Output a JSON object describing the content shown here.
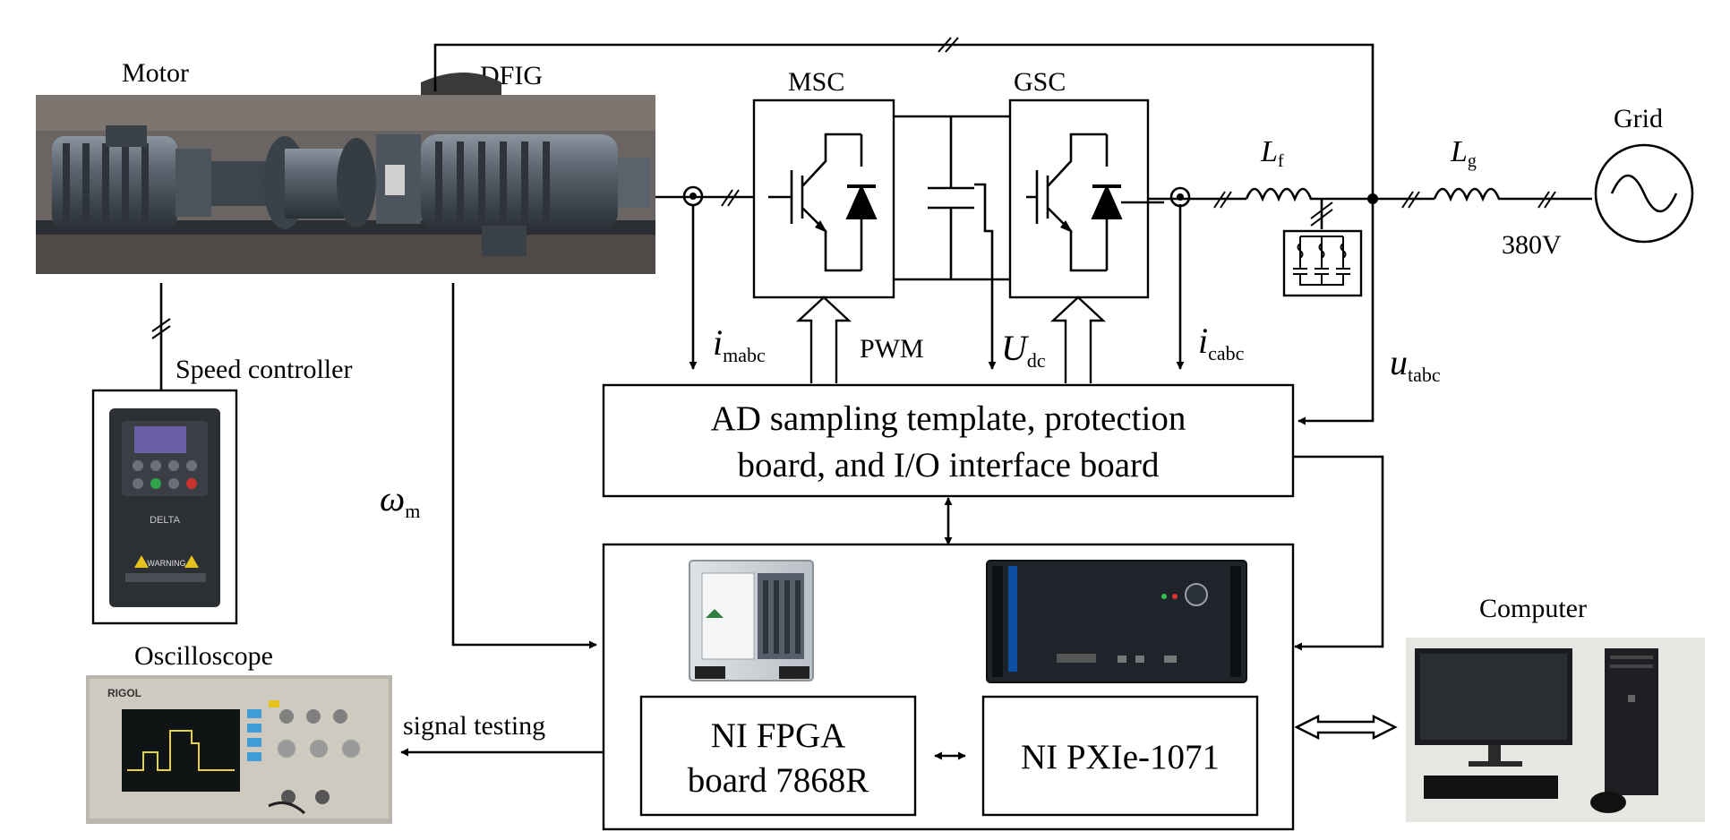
{
  "labels": {
    "motor": "Motor",
    "dfig": "DFIG",
    "msc": "MSC",
    "gsc": "GSC",
    "grid": "Grid",
    "speed_controller": "Speed controller",
    "oscilloscope": "Oscilloscope",
    "computer": "Computer",
    "pwm": "PWM",
    "voltage": "380V",
    "signal_testing": "signal testing"
  },
  "symbols": {
    "lf": {
      "main": "L",
      "sub": "f"
    },
    "lg": {
      "main": "L",
      "sub": "g"
    },
    "imabc": {
      "main": "i",
      "sub": "mabc"
    },
    "udc": {
      "main": "U",
      "sub": "dc"
    },
    "icabc": {
      "main": "i",
      "sub": "cabc"
    },
    "utabc": {
      "main": "u",
      "sub": "tabc"
    },
    "omega": {
      "main": "ω",
      "sub": "m"
    }
  },
  "boards": {
    "ad_line1": "AD sampling template, protection",
    "ad_line2": "board, and I/O interface board",
    "fpga_line1": "NI FPGA",
    "fpga_line2": "board 7868R",
    "pxie": "NI PXIe-1071"
  },
  "device_text": {
    "rigol": "RIGOL",
    "delta": "DELTA",
    "warning": "WARNING"
  }
}
